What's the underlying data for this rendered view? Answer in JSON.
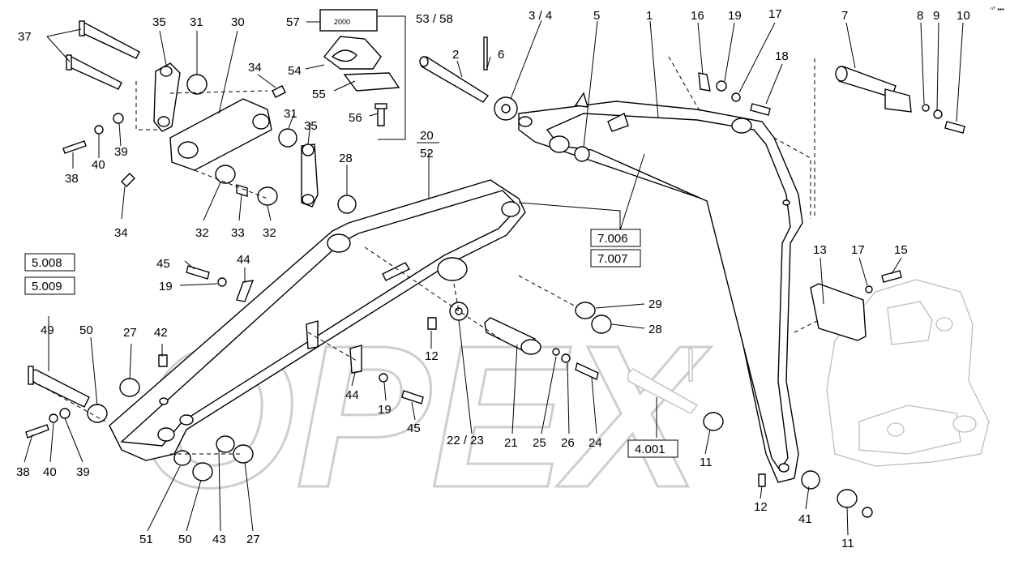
{
  "watermark": "OPEX",
  "corner_mark": "ⁿ° ▪▪▪",
  "reference_boxes": {
    "ref_7006": "7.006",
    "ref_7007": "7.007",
    "ref_5008": "5.008",
    "ref_5009": "5.009",
    "ref_4001": "4.001",
    "ref_20": "20",
    "ref_52": "52"
  },
  "plate_text": "2000",
  "callouts": {
    "c1": "1",
    "c2": "2",
    "c3_4": "3 / 4",
    "c5": "5",
    "c6": "6",
    "c7": "7",
    "c8": "8",
    "c9": "9",
    "c10": "10",
    "c11a": "11",
    "c11b": "11",
    "c12a": "12",
    "c12b": "12",
    "c13": "13",
    "c15": "15",
    "c16": "16",
    "c17a": "17",
    "c17b": "17",
    "c18": "18",
    "c19a": "19",
    "c19b": "19",
    "c19c": "19",
    "c21": "21",
    "c22_23": "22 / 23",
    "c24": "24",
    "c25": "25",
    "c26": "26",
    "c27a": "27",
    "c27b": "27",
    "c28a": "28",
    "c28b": "28",
    "c29": "29",
    "c30": "30",
    "c31a": "31",
    "c31b": "31",
    "c32a": "32",
    "c32b": "32",
    "c33": "33",
    "c34a": "34",
    "c34b": "34",
    "c35a": "35",
    "c35b": "35",
    "c37": "37",
    "c38a": "38",
    "c38b": "38",
    "c39a": "39",
    "c39b": "39",
    "c40a": "40",
    "c40b": "40",
    "c41": "41",
    "c42": "42",
    "c43": "43",
    "c44a": "44",
    "c44b": "44",
    "c45a": "45",
    "c45b": "45",
    "c49": "49",
    "c50a": "50",
    "c50b": "50",
    "c51": "51",
    "c53_58": "53 / 58",
    "c54": "54",
    "c55": "55",
    "c56": "56",
    "c57": "57"
  }
}
